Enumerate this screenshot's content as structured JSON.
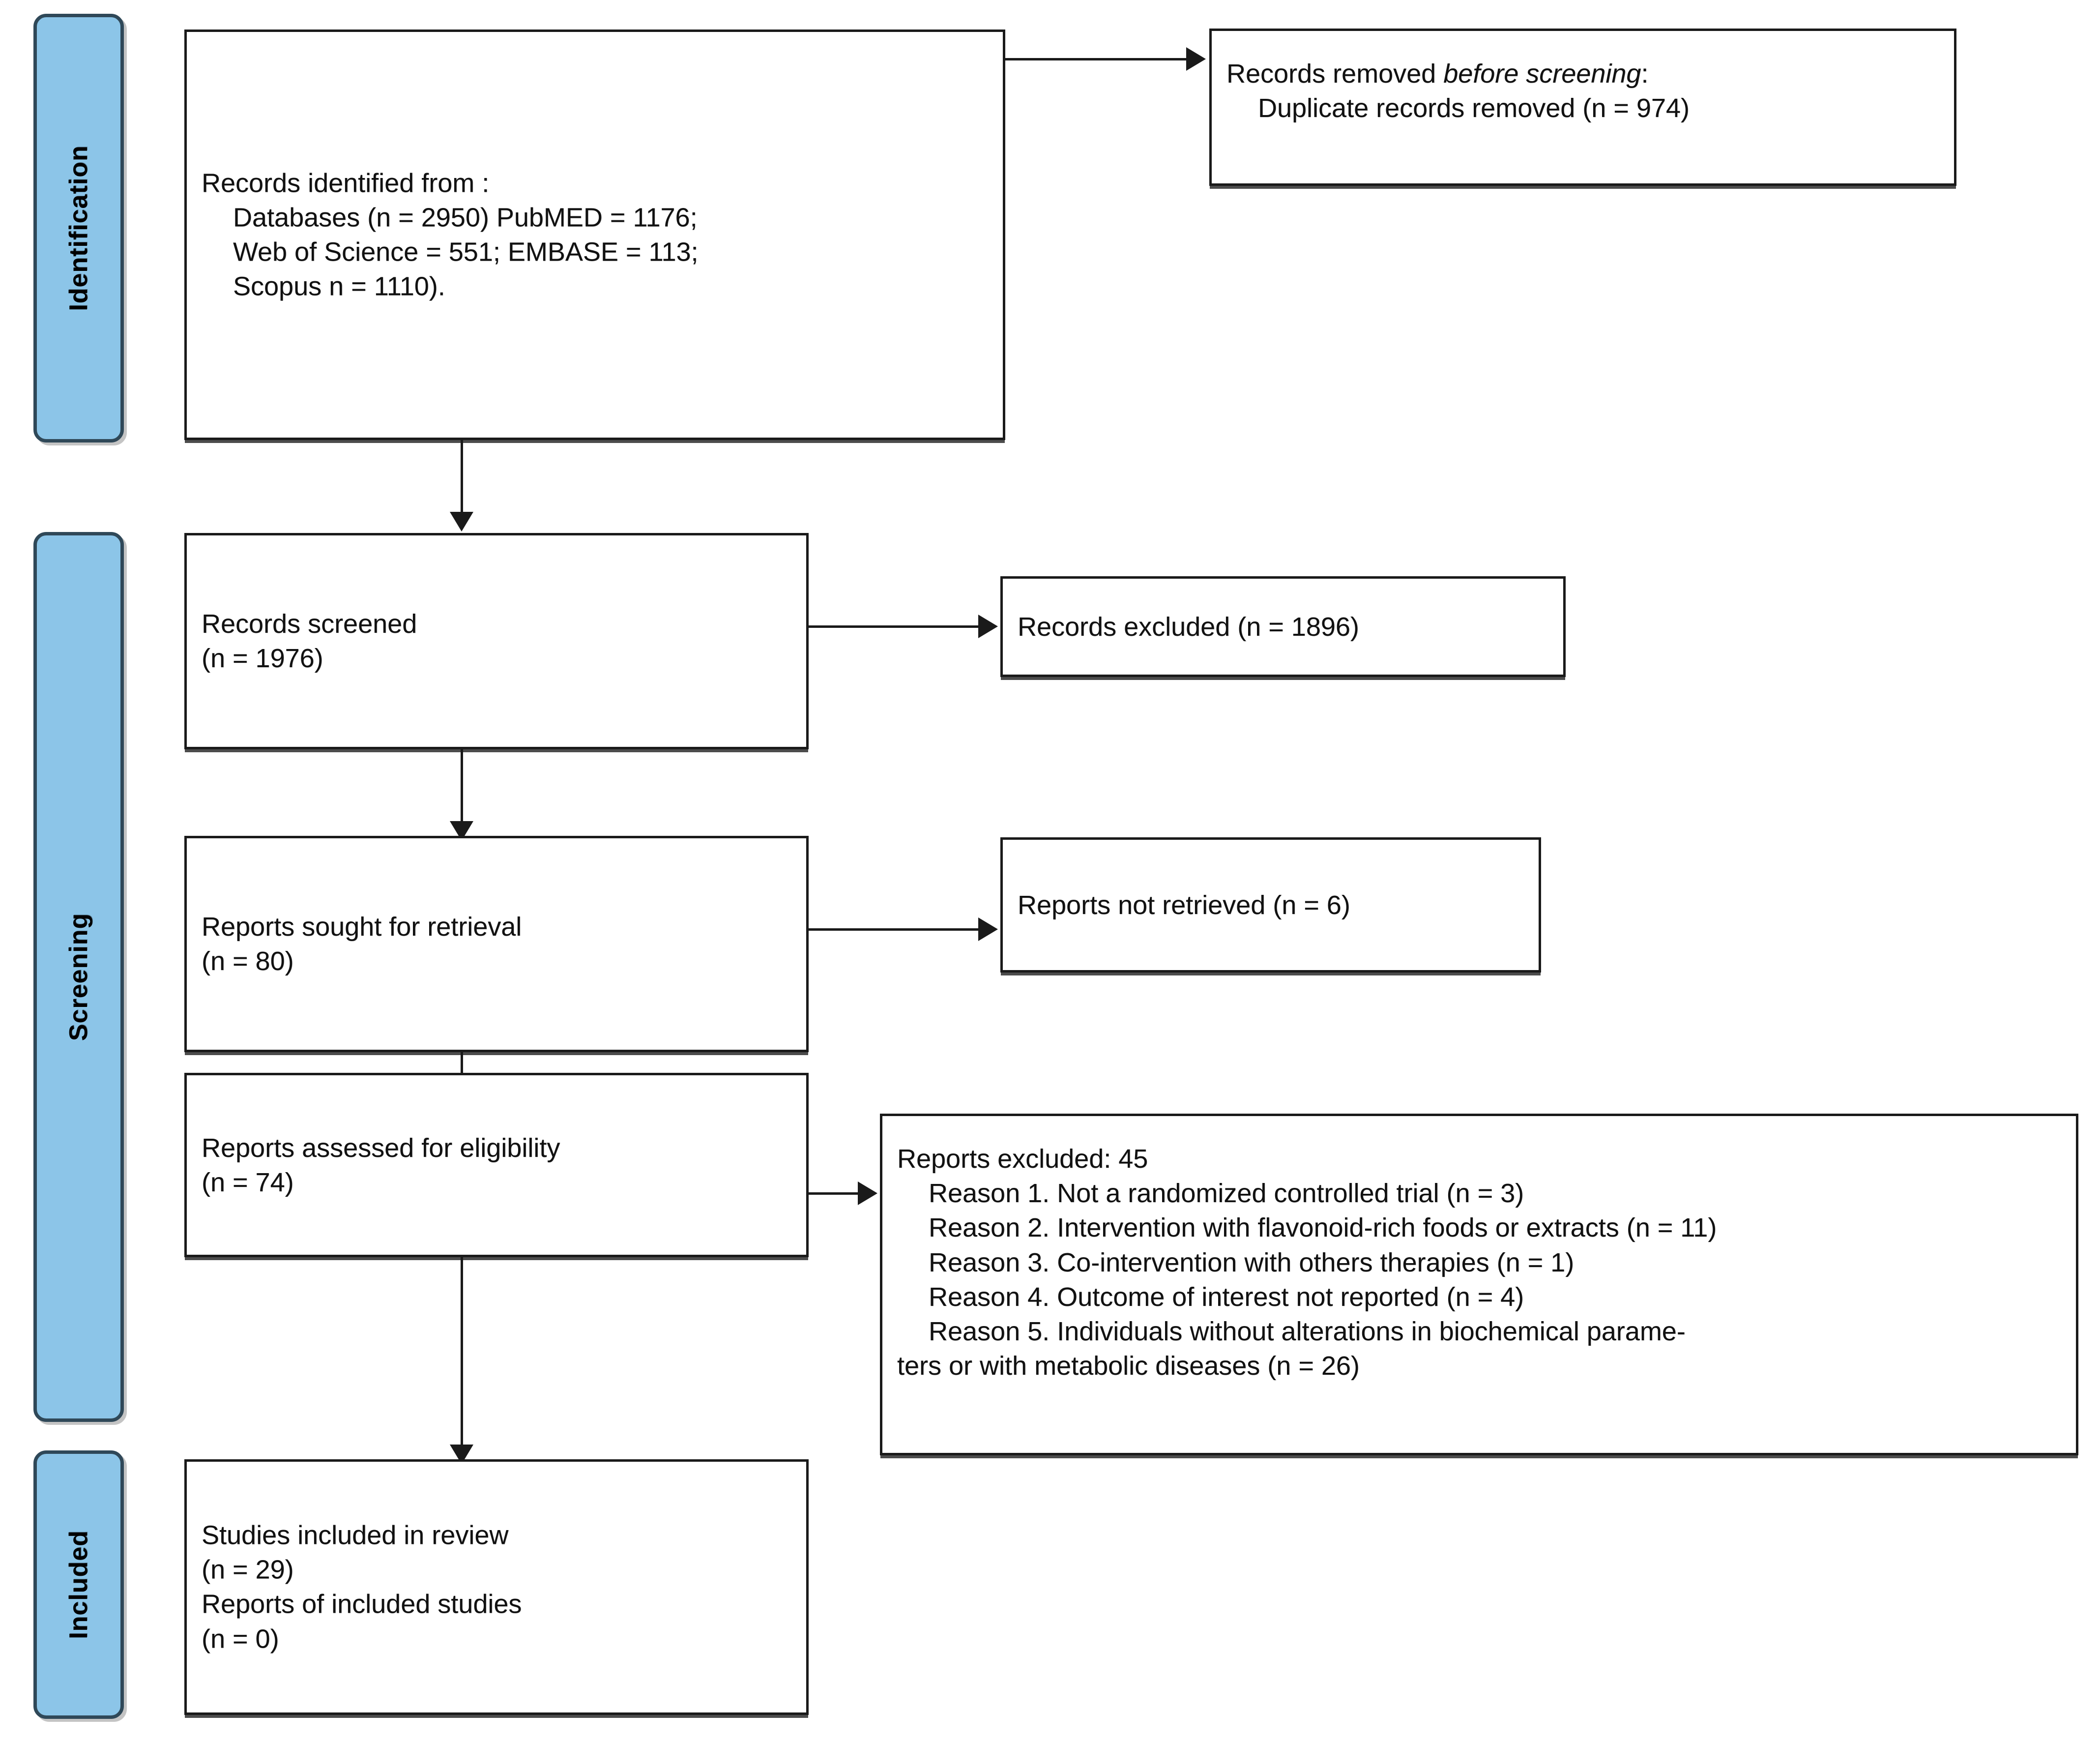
{
  "diagram": {
    "type": "PRISMA 2020 flow diagram",
    "phases": [
      {
        "id": "identification",
        "label": "Identification"
      },
      {
        "id": "screening",
        "label": "Screening"
      },
      {
        "id": "included",
        "label": "Included"
      }
    ],
    "boxes": {
      "records_identified": {
        "lines": [
          {
            "text": "Records identified from :",
            "indent": 0
          },
          {
            "text": "Databases (n = 2950) PubMED = 1176;",
            "indent": 1
          },
          {
            "text": "Web of Science = 551; EMBASE = 113;",
            "indent": 1
          },
          {
            "text": "Scopus n = 1110).",
            "indent": 1
          }
        ]
      },
      "records_removed": {
        "lines": [
          {
            "text": "Records removed ",
            "italic_text": "before screening",
            "suffix": ":",
            "indent": 0
          },
          {
            "text": "Duplicate records removed (n = 974)",
            "indent": 1
          }
        ]
      },
      "records_screened": {
        "lines": [
          {
            "text": "Records screened",
            "indent": 0
          },
          {
            "text": "(n = 1976)",
            "indent": 0
          }
        ]
      },
      "records_excluded": {
        "lines": [
          {
            "text": "Records excluded (n = 1896)",
            "indent": 0
          }
        ]
      },
      "reports_sought": {
        "lines": [
          {
            "text": "Reports sought for retrieval",
            "indent": 0
          },
          {
            "text": "(n = 80)",
            "indent": 0
          }
        ]
      },
      "reports_not_retrieved": {
        "lines": [
          {
            "text": "Reports not retrieved (n = 6)",
            "indent": 0
          }
        ]
      },
      "reports_assessed": {
        "lines": [
          {
            "text": "Reports assessed for eligibility",
            "indent": 0
          },
          {
            "text": "(n = 74)",
            "indent": 0
          }
        ]
      },
      "reports_excluded": {
        "header": "Reports excluded: 45",
        "reasons": [
          "Reason 1. Not a randomized controlled trial (n = 3)",
          "Reason 2. Intervention with flavonoid-rich foods or extracts (n = 11)",
          "Reason 3. Co-intervention with others therapies (n = 1)",
          "Reason 4. Outcome of interest not reported (n = 4)",
          "Reason 5. Individuals without alterations in biochemical parame-",
          "ters or with metabolic diseases (n = 26)"
        ]
      },
      "studies_included": {
        "lines": [
          {
            "text": "Studies included in review",
            "indent": 0
          },
          {
            "text": "(n = 29)",
            "indent": 0
          },
          {
            "text": "Reports of included studies",
            "indent": 0
          },
          {
            "text": "(n = 0)",
            "indent": 0
          }
        ]
      }
    },
    "colors": {
      "phase_bar_fill": "#8CC5E8",
      "phase_bar_border": "#2F4858",
      "box_border": "#1a1a1a",
      "box_fill": "#ffffff",
      "text": "#111111"
    }
  }
}
